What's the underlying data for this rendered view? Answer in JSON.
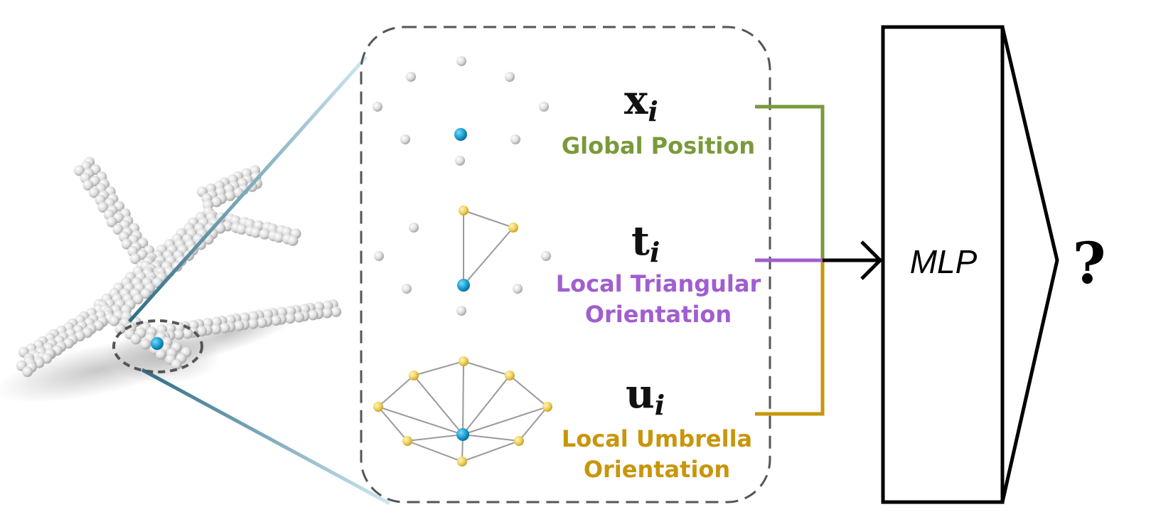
{
  "features": {
    "global": {
      "symbol": "x",
      "subscript": "i",
      "label": "Global Position",
      "color": "#7a9a3a"
    },
    "triangular": {
      "symbol": "t",
      "subscript": "i",
      "label_line1": "Local Triangular",
      "label_line2": "Orientation",
      "color": "#a05ed0"
    },
    "umbrella": {
      "symbol": "u",
      "subscript": "i",
      "label_line1": "Local Umbrella",
      "label_line2": "Orientation",
      "color": "#c8960a"
    }
  },
  "mlp": {
    "label": "MLP"
  },
  "output": {
    "label": "?"
  },
  "colors": {
    "query_point": "#1aa3d6",
    "neighbor_point": "#f2d25a",
    "gray_point": "#dcdcdc",
    "dashed_box": "#555555",
    "zoom_lines": "#7ab8cf"
  },
  "airplane": {
    "icon": "point-cloud-airplane"
  }
}
